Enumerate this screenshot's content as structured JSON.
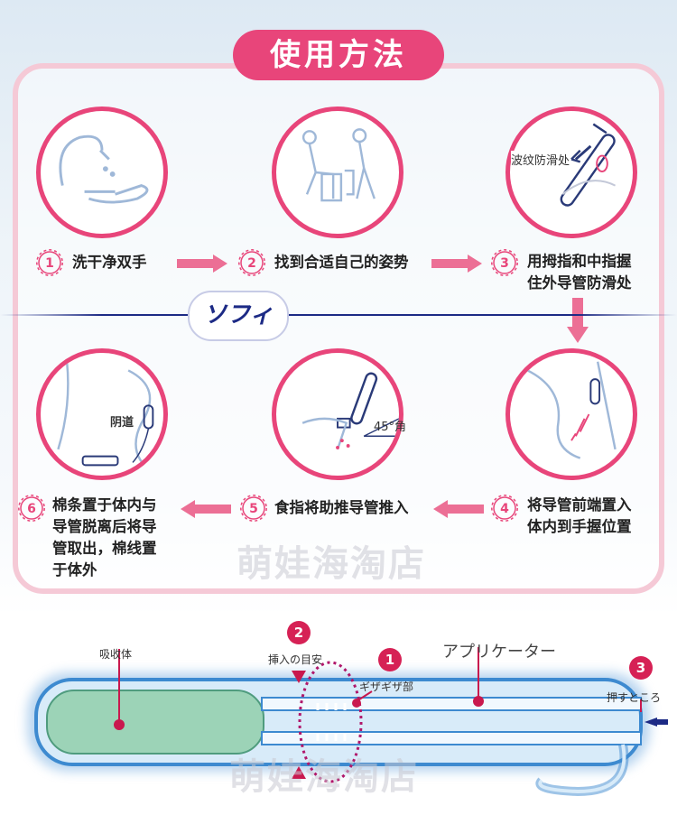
{
  "title": "使用方法",
  "brand_logo": "ソフィ",
  "steps": [
    {
      "num": "1",
      "text": "洗干净双手"
    },
    {
      "num": "2",
      "text": "找到合适自己的姿势"
    },
    {
      "num": "3",
      "line1": "用拇指和中指握",
      "line2": "住外导管防滑处"
    },
    {
      "num": "4",
      "line1": "将导管前端置入",
      "line2": "体内到手握位置"
    },
    {
      "num": "5",
      "text": "食指将助推导管推入"
    },
    {
      "num": "6",
      "line1": "棉条置于体内与",
      "line2": "导管脱离后将导",
      "line3": "管取出，棉线置",
      "line4": "于体外"
    }
  ],
  "circle_labels": {
    "grip": "波纹防滑处",
    "vagina": "阴道",
    "angle": "45°角"
  },
  "watermark": "萌娃海淘店",
  "diagram": {
    "absorbent": "吸收体",
    "insert_guide": "挿入の目安",
    "grip_part": "ギザギザ部",
    "applicator": "アプリケーター",
    "push_here": "押すところ",
    "n1": "1",
    "n2": "2",
    "n3": "3"
  },
  "colors": {
    "accent": "#e8457a",
    "navy": "#1c2a85",
    "diagram_red": "#d62155"
  }
}
